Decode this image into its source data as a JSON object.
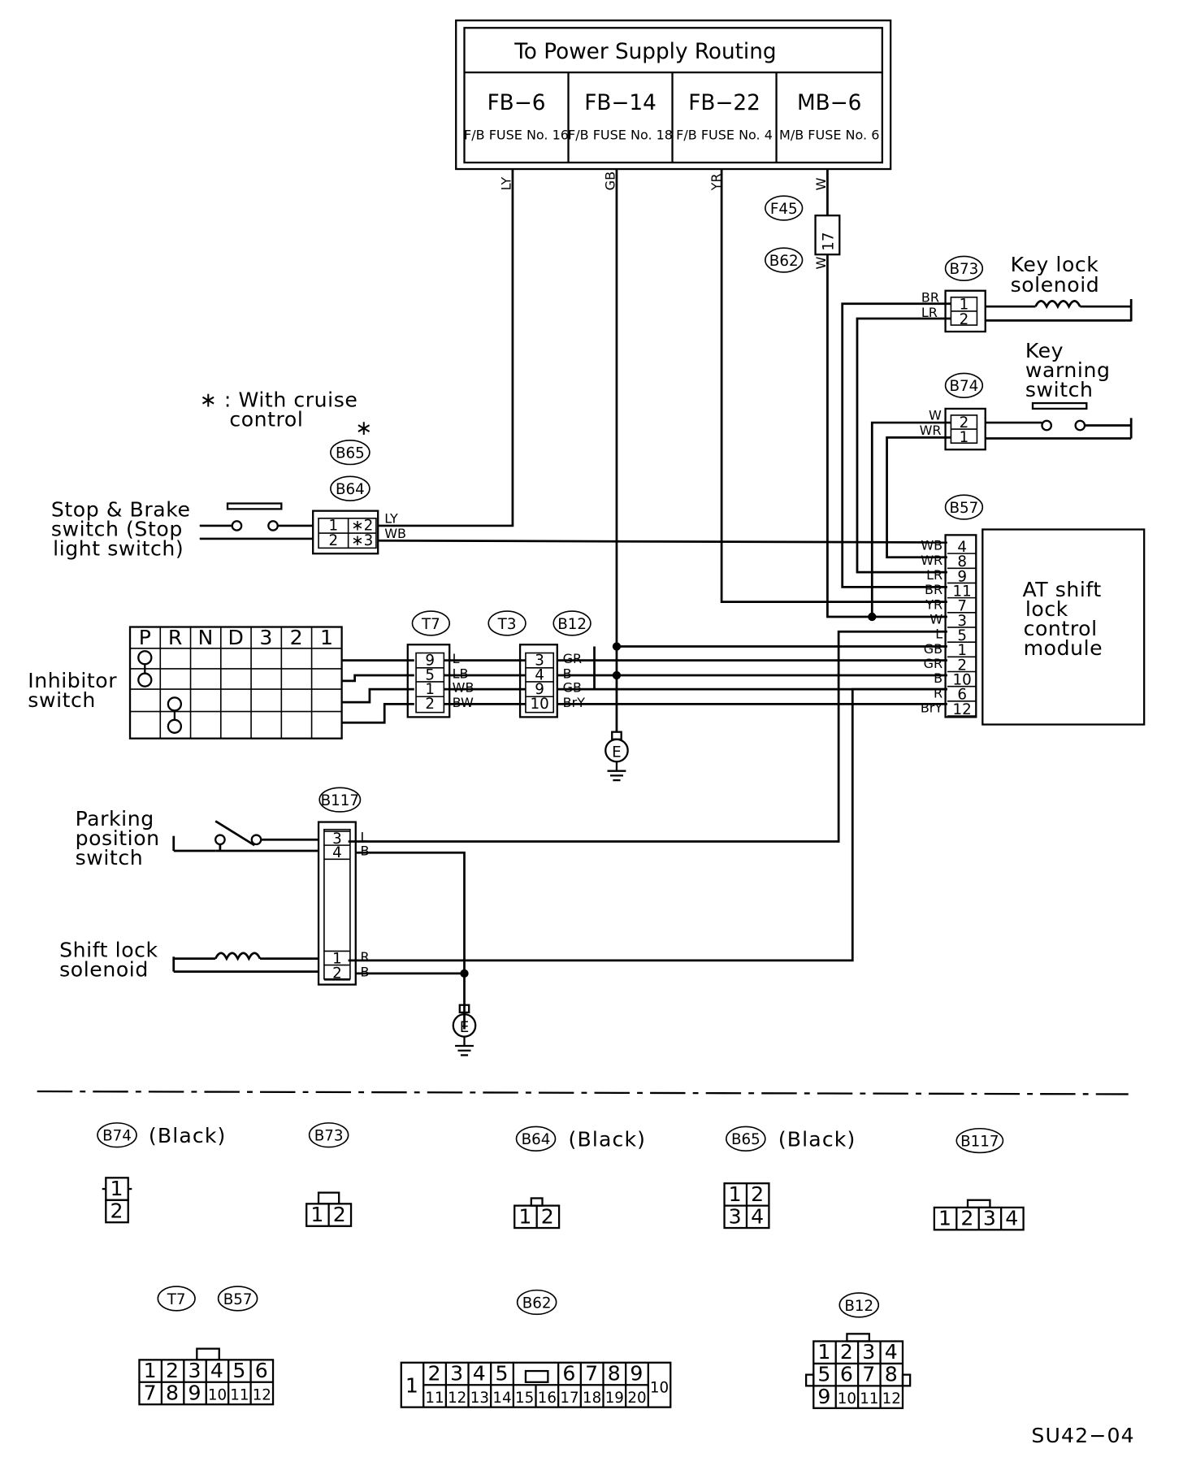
{
  "power_box": {
    "title": "To Power Supply Routing",
    "cells": [
      {
        "id": "FB−6",
        "fuse": "F/B FUSE No. 16"
      },
      {
        "id": "FB−14",
        "fuse": "F/B FUSE No. 18"
      },
      {
        "id": "FB−22",
        "fuse": "F/B FUSE No. 4"
      },
      {
        "id": "MB−6",
        "fuse": "M/B FUSE No. 6"
      }
    ]
  },
  "top_wires": [
    "LY",
    "GB",
    "YR",
    "W"
  ],
  "fuse_17": {
    "connector_a": "F45",
    "connector_b": "B62",
    "label": "17",
    "wire": "W"
  },
  "note": {
    "line1": "∗ : With cruise",
    "line2": "control"
  },
  "connectors": {
    "b65": "B65",
    "b64": "B64",
    "b73": "B73",
    "b74": "B74",
    "b57": "B57",
    "t7": "T7",
    "t3": "T3",
    "b12": "B12",
    "b117": "B117",
    "star": "∗"
  },
  "components": {
    "stop_brake": [
      "Stop & Brake",
      "switch (Stop",
      "light switch)"
    ],
    "key_lock": [
      "Key lock",
      "solenoid"
    ],
    "key_warning": [
      "Key",
      "warning",
      "switch"
    ],
    "at_module": [
      "AT shift",
      "lock",
      "control",
      "module"
    ],
    "inhibitor": [
      "Inhibitor",
      "switch"
    ],
    "parking": [
      "Parking",
      "position",
      "switch"
    ],
    "shift_lock": [
      "Shift lock",
      "solenoid"
    ]
  },
  "inhibitor_positions": [
    "P",
    "R",
    "N",
    "D",
    "3",
    "2",
    "1"
  ],
  "b64_pins": [
    "1",
    "∗2",
    "2",
    "∗3"
  ],
  "b64_wires": [
    "LY",
    "WB"
  ],
  "b73_pins": [
    "1",
    "2"
  ],
  "b73_wires": [
    "BR",
    "LR"
  ],
  "b74_pins": [
    "2",
    "1"
  ],
  "b74_wires": [
    "W",
    "WR"
  ],
  "b57_pins": [
    "4",
    "8",
    "9",
    "11",
    "7",
    "3",
    "5",
    "1",
    "2",
    "10",
    "6",
    "12"
  ],
  "b57_wires": [
    "WB",
    "WR",
    "LR",
    "BR",
    "YR",
    "W",
    "L",
    "GB",
    "GR",
    "B",
    "R",
    "BrY"
  ],
  "t7_pins": [
    "9",
    "5",
    "1",
    "2"
  ],
  "t7_wires": [
    "L",
    "LB",
    "WB",
    "BW"
  ],
  "b12_pins": [
    "3",
    "4",
    "9",
    "10"
  ],
  "b12_wires": [
    "GR",
    "B",
    "GB",
    "BrY"
  ],
  "b117_pins": [
    "3",
    "4",
    "1",
    "2"
  ],
  "b117_wires": [
    "L",
    "B",
    "R",
    "B"
  ],
  "ground": "E",
  "legend": {
    "b74": {
      "name": "B74",
      "color": "(Black)",
      "pins": [
        "1",
        "2"
      ]
    },
    "b73": {
      "name": "B73",
      "pins": [
        "1",
        "2"
      ]
    },
    "b64": {
      "name": "B64",
      "color": "(Black)",
      "pins": [
        "1",
        "2"
      ]
    },
    "b65": {
      "name": "B65",
      "color": "(Black)",
      "pins": [
        "1",
        "2",
        "3",
        "4"
      ]
    },
    "b117": {
      "name": "B117",
      "pins": [
        "1",
        "2",
        "3",
        "4"
      ]
    },
    "t7b57": {
      "names": [
        "T7",
        "B57"
      ],
      "pins": [
        "1",
        "2",
        "3",
        "4",
        "5",
        "6",
        "7",
        "8",
        "9",
        "10",
        "11",
        "12"
      ]
    },
    "b62": {
      "name": "B62",
      "pins": [
        "1",
        "2",
        "3",
        "4",
        "5",
        "6",
        "7",
        "8",
        "9",
        "10",
        "11",
        "12",
        "13",
        "14",
        "15",
        "16",
        "17",
        "18",
        "19",
        "20"
      ]
    },
    "b12": {
      "name": "B12",
      "pins": [
        "1",
        "2",
        "3",
        "4",
        "5",
        "6",
        "7",
        "8",
        "9",
        "10",
        "11",
        "12"
      ]
    }
  },
  "figure_code": "SU42−04"
}
